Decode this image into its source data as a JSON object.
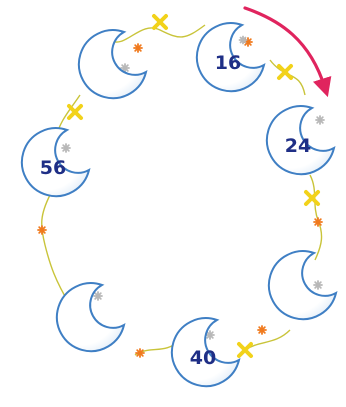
{
  "colors": {
    "moon_fill": "#ffffff",
    "moon_fill_shade": "#dbe9f7",
    "moon_outline": "#3f7fc4",
    "number": "#1f2f86",
    "string": "#c9c43a",
    "bow": "#f2d21a",
    "orange_star": "#f07a1e",
    "grey_star": "#b8b8b8",
    "arrow": "#e0245e"
  },
  "moons": [
    {
      "label": ""
    },
    {
      "label": "16"
    },
    {
      "label": "24"
    },
    {
      "label": ""
    },
    {
      "label": "40"
    },
    {
      "label": ""
    },
    {
      "label": "56"
    }
  ],
  "arrow": {
    "icon": "curved-arrow-right-down-icon"
  }
}
